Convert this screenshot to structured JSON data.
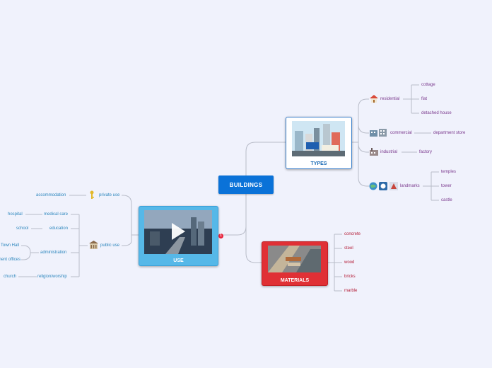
{
  "central": "BUILDINGS",
  "badge": "1",
  "types": {
    "title": "TYPES",
    "residential": {
      "label": "residential",
      "children": [
        "cottage",
        "flat",
        "detached house"
      ]
    },
    "commercial": {
      "label": "commercial",
      "children": [
        "department store"
      ]
    },
    "industrial": {
      "label": "industrial",
      "children": [
        "factory"
      ]
    },
    "landmarks": {
      "label": "landmarks",
      "children": [
        "temples",
        "tower",
        "castle"
      ]
    }
  },
  "materials": {
    "title": "MATERIALS",
    "children": [
      "concrete",
      "steel",
      "wood",
      "bricks",
      "marble"
    ]
  },
  "use": {
    "title": "USE",
    "private": {
      "label": "private use",
      "children": [
        "accommodation"
      ]
    },
    "public": {
      "label": "public use",
      "medical": {
        "label": "medical care",
        "children": [
          "hospital"
        ]
      },
      "education": {
        "label": "education",
        "children": [
          "school"
        ]
      },
      "administration": {
        "label": "administration",
        "children": [
          "Town Hall",
          "government offices"
        ]
      },
      "religion": {
        "label": "religion/worship",
        "children": [
          "church"
        ]
      }
    }
  },
  "colors": {
    "central": "#0a72d8",
    "types": "#3a7fcb",
    "materials": "#e03035",
    "use": "#56b8e8",
    "badge": "#e8213a"
  },
  "icons": [
    "house-icon",
    "office-building-icon",
    "factory-icon",
    "globe-icon",
    "info-icon",
    "castle-icon",
    "key-icon",
    "townhall-icon",
    "play-icon"
  ]
}
